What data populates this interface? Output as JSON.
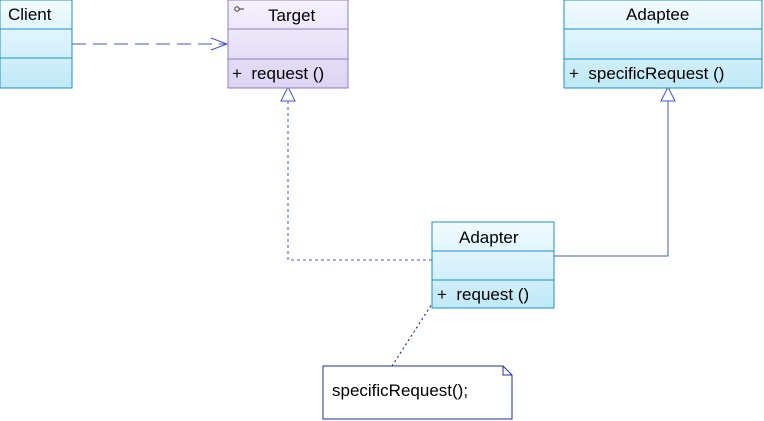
{
  "colors": {
    "class_fill_top": "#f2fbff",
    "class_fill_bottom": "#bfe9f7",
    "class_stroke": "#1e8fc4",
    "interface_fill_top": "#f6f2ff",
    "interface_fill_bottom": "#dcd3f2",
    "interface_stroke": "#8d7fc2",
    "connector": "#4455cc",
    "note_stroke": "#202f9a"
  },
  "classes": {
    "client": {
      "name": "Client"
    },
    "target": {
      "name": "Target",
      "stereotype_icon": "interface-icon",
      "operation": "+  request ()"
    },
    "adaptee": {
      "name": "Adaptee",
      "operation": "+  specificRequest ()"
    },
    "adapter": {
      "name": "Adapter",
      "operation": "+  request ()"
    }
  },
  "note": {
    "text": "specificRequest();"
  },
  "relations": [
    {
      "from": "Client",
      "to": "Target",
      "kind": "dependency"
    },
    {
      "from": "Adapter",
      "to": "Target",
      "kind": "realization"
    },
    {
      "from": "Adapter",
      "to": "Adaptee",
      "kind": "generalization"
    },
    {
      "from": "note",
      "to": "Adapter.request",
      "kind": "note-anchor"
    }
  ]
}
